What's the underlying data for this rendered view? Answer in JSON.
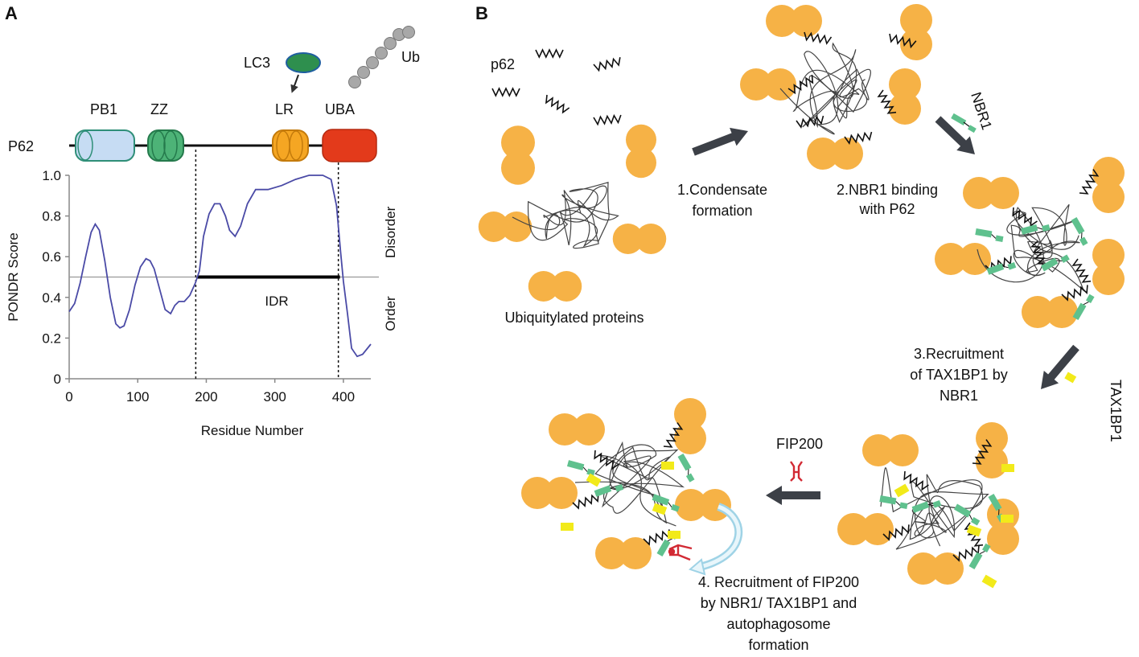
{
  "panels": {
    "a": "A",
    "b": "B"
  },
  "domain": {
    "protein": "P62",
    "pb1": "PB1",
    "zz": "ZZ",
    "lr": "LR",
    "uba": "UBA",
    "lc3": "LC3",
    "ub": "Ub"
  },
  "chart_data": {
    "type": "line",
    "xlabel": "Residue Number",
    "ylabel": "PONDR Score",
    "xlim": [
      0,
      440
    ],
    "ylim": [
      0,
      1.0
    ],
    "x_ticks": [
      0,
      100,
      200,
      300,
      400
    ],
    "y_ticks": [
      0,
      0.2,
      0.4,
      0.6,
      0.8,
      1.0
    ],
    "y_tick_labels": [
      "0",
      "0.2",
      "0.4",
      "0.6",
      "0.8",
      "1.0"
    ],
    "threshold": 0.5,
    "right_labels": {
      "upper": "Disorder",
      "lower": "Order"
    },
    "idr": {
      "label": "IDR",
      "start": 187,
      "end": 395
    },
    "series": [
      {
        "color": "#4a4aa6",
        "x": [
          0,
          8,
          16,
          24,
          32,
          38,
          44,
          52,
          60,
          68,
          74,
          80,
          88,
          96,
          104,
          112,
          118,
          124,
          132,
          140,
          148,
          154,
          160,
          168,
          176,
          184,
          190,
          196,
          204,
          212,
          220,
          228,
          234,
          242,
          250,
          260,
          272,
          290,
          310,
          330,
          350,
          370,
          382,
          390,
          396,
          400,
          406,
          412,
          420,
          428,
          440
        ],
        "y": [
          0.33,
          0.37,
          0.47,
          0.6,
          0.72,
          0.76,
          0.73,
          0.58,
          0.4,
          0.27,
          0.25,
          0.26,
          0.34,
          0.46,
          0.55,
          0.59,
          0.58,
          0.54,
          0.44,
          0.34,
          0.32,
          0.36,
          0.38,
          0.38,
          0.41,
          0.47,
          0.53,
          0.7,
          0.81,
          0.86,
          0.86,
          0.8,
          0.73,
          0.7,
          0.75,
          0.86,
          0.93,
          0.93,
          0.95,
          0.98,
          1.0,
          1.0,
          0.98,
          0.85,
          0.62,
          0.48,
          0.32,
          0.15,
          0.11,
          0.12,
          0.17
        ]
      }
    ]
  },
  "diagram_b": {
    "p62": "p62",
    "ubiquitylated": "Ubiquitylated proteins",
    "step1": [
      "1.Condensate",
      "formation"
    ],
    "step2": [
      "2.NBR1 binding",
      "with P62"
    ],
    "nbr1": "NBR1",
    "step3": [
      "3.Recruitment",
      "of TAX1BP1 by",
      "NBR1"
    ],
    "tax1bp1": "TAX1BP1",
    "fip200": "FIP200",
    "step4": [
      "4. Recruitment of FIP200",
      "by NBR1/ TAX1BP1 and",
      "autophagosome",
      "formation"
    ],
    "colors": {
      "ubiquitin": "#f6b246",
      "nbr1": "#5fc18e",
      "tax1bp1": "#f2ea1a",
      "fip200": "#d22a34",
      "arrow": "#3c4047",
      "autophagosome": "#bfe3ef"
    }
  }
}
